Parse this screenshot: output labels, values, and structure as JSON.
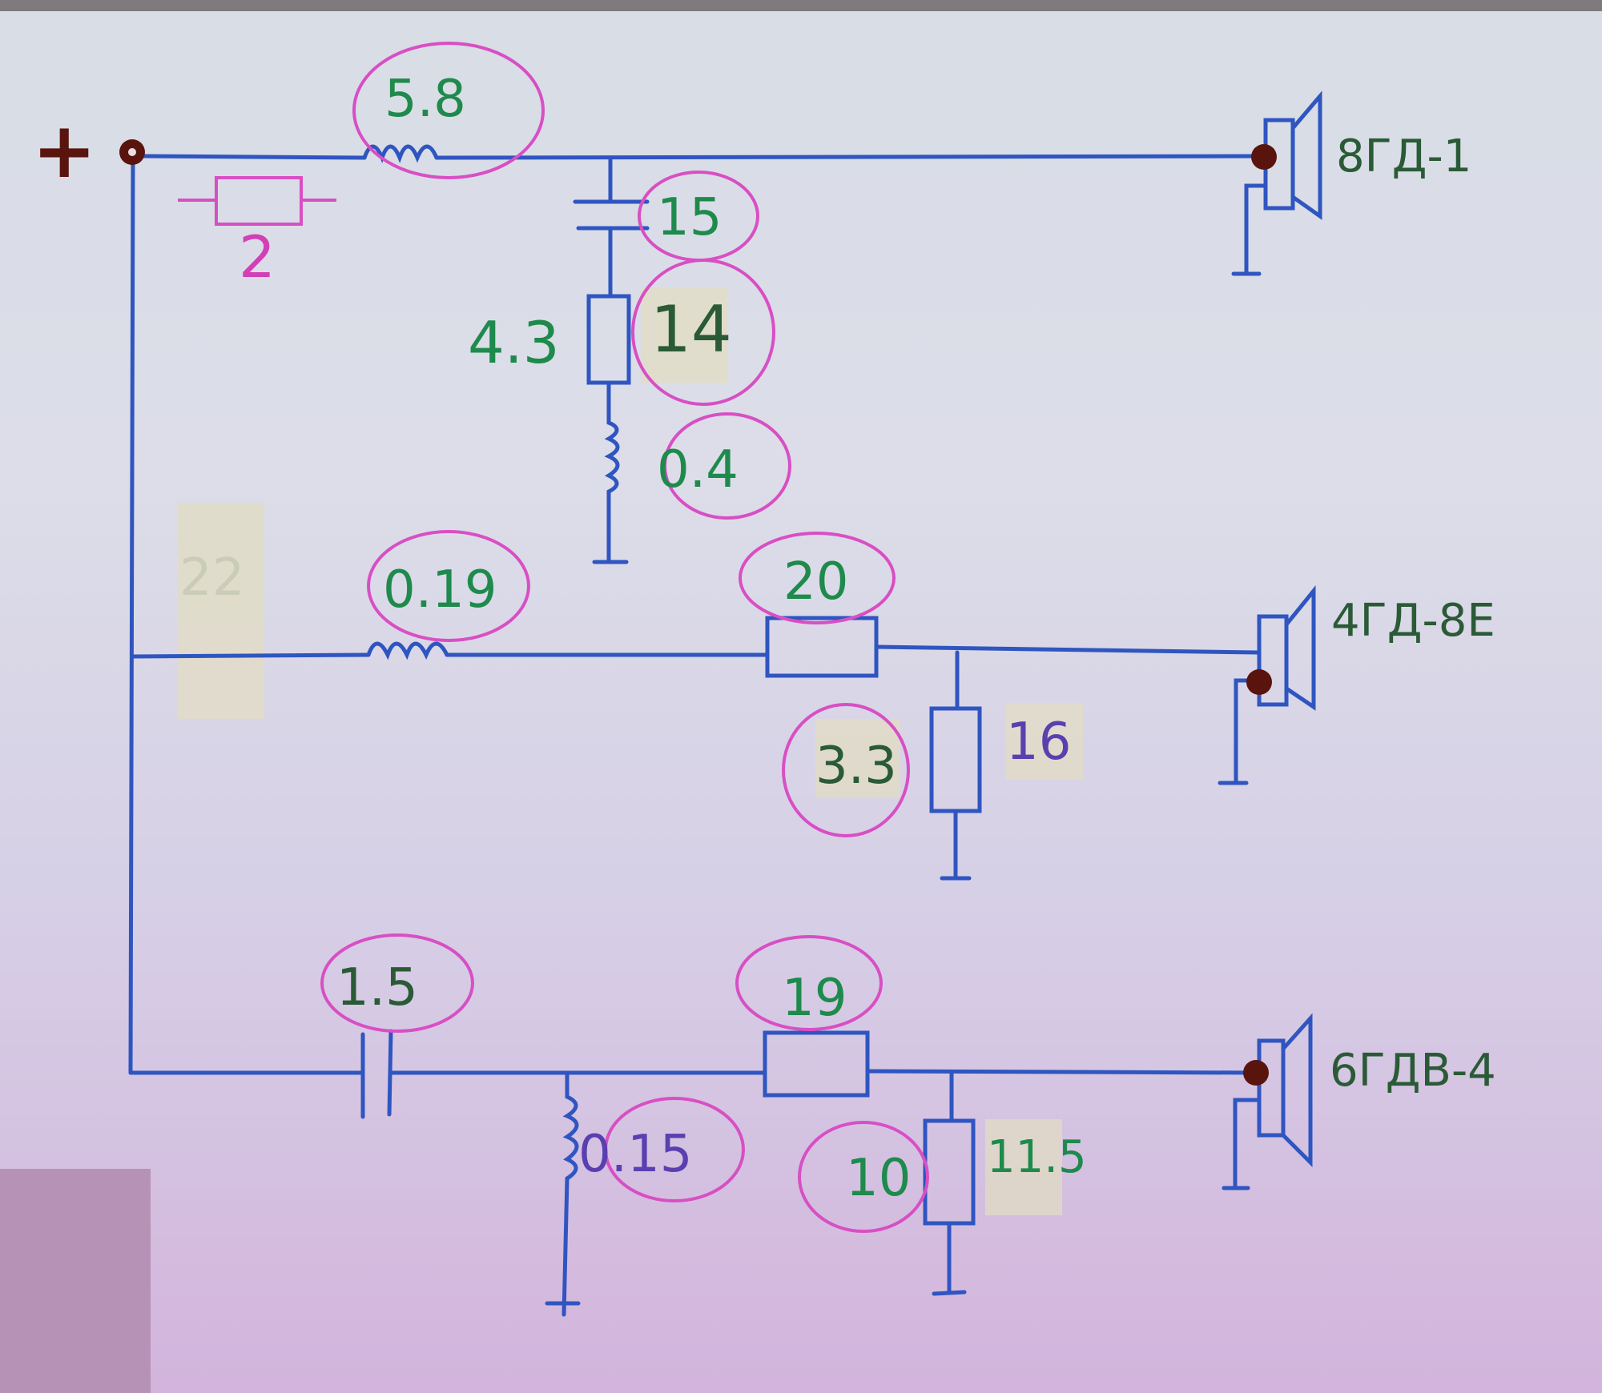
{
  "diagram": {
    "type": "speaker crossover circuit (hand-drawn)",
    "input_terminal": {
      "label": "+"
    },
    "top_branch": {
      "series_inductor": {
        "value": "5.8"
      },
      "note_resistor": {
        "value": "2"
      },
      "shunt_capacitor": {
        "value": "15"
      },
      "shunt_resistor": {
        "value_left": "4.3",
        "value_right": "14"
      },
      "shunt_inductor": {
        "value": "0.4"
      },
      "speaker": {
        "label": "8ГД-1"
      }
    },
    "middle_branch": {
      "tape_label": "22",
      "series_inductor": {
        "value": "0.19"
      },
      "series_resistor": {
        "value": "20"
      },
      "shunt_resistor": {
        "value_left": "3.3",
        "value_right": "16"
      },
      "speaker": {
        "label": "4ГД-8Е"
      }
    },
    "bottom_branch": {
      "series_capacitor": {
        "value": "1.5"
      },
      "shunt_inductor": {
        "value": "0.15"
      },
      "series_resistor": {
        "value": "19"
      },
      "shunt_resistor": {
        "value_left": "10",
        "value_right": "11.5"
      },
      "speaker": {
        "label": "6ГДВ-4"
      }
    },
    "colors": {
      "wire": "#2f55c0",
      "value_text": "#1e8a4c",
      "circle": "#d84fc4",
      "terminal": "#5a140e"
    }
  }
}
